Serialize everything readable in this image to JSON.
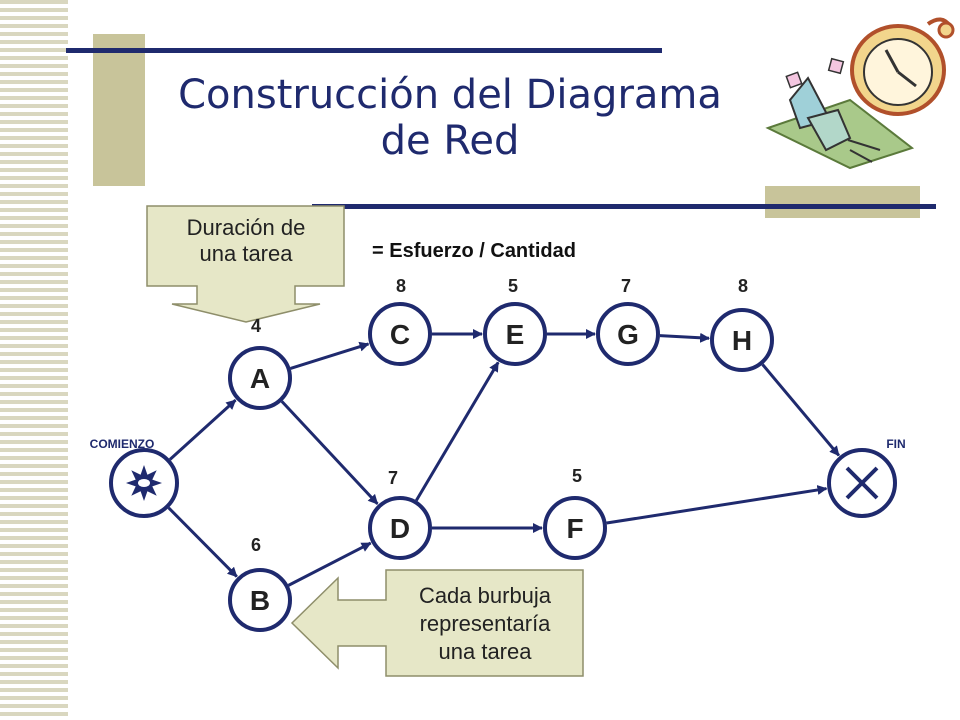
{
  "slide": {
    "title_line1": "Construcción del Diagrama",
    "title_line2": "de Red",
    "formula": "= Esfuerzo / Cantidad",
    "colors": {
      "title": "#1f2a6e",
      "accent_bar": "#c8c49a",
      "rule": "#1f2a6e",
      "callout": "#e6e7c7"
    }
  },
  "callouts": {
    "duration_line1": "Duración de",
    "duration_line2": "una tarea",
    "bubble_line1": "Cada burbuja",
    "bubble_line2": "representaría",
    "bubble_line3": "una tarea"
  },
  "network": {
    "start_label": "COMIENZO",
    "end_label": "FIN",
    "start_icon": "starburst-icon",
    "end_icon": "x-mark-icon",
    "nodes": [
      {
        "id": "A",
        "label": "A",
        "duration": "4"
      },
      {
        "id": "B",
        "label": "B",
        "duration": "6"
      },
      {
        "id": "C",
        "label": "C",
        "duration": "8"
      },
      {
        "id": "D",
        "label": "D",
        "duration": "7"
      },
      {
        "id": "E",
        "label": "E",
        "duration": "5"
      },
      {
        "id": "F",
        "label": "F",
        "duration": "5"
      },
      {
        "id": "G",
        "label": "G",
        "duration": "7"
      },
      {
        "id": "H",
        "label": "H",
        "duration": "8"
      }
    ],
    "edges": [
      [
        "START",
        "A"
      ],
      [
        "START",
        "B"
      ],
      [
        "A",
        "C"
      ],
      [
        "A",
        "D"
      ],
      [
        "B",
        "D"
      ],
      [
        "C",
        "E"
      ],
      [
        "E",
        "G"
      ],
      [
        "G",
        "H"
      ],
      [
        "D",
        "E"
      ],
      [
        "D",
        "F"
      ],
      [
        "F",
        "END"
      ],
      [
        "H",
        "END"
      ]
    ]
  },
  "clipart": "clock-icon"
}
